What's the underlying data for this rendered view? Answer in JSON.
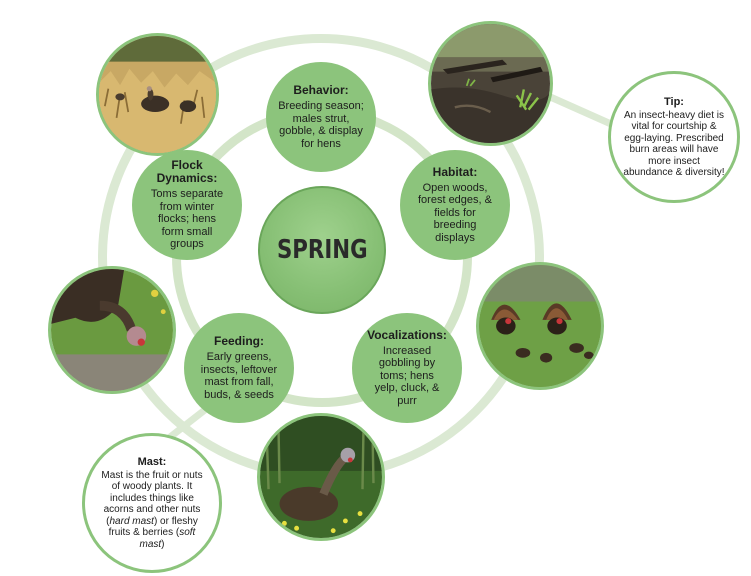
{
  "center": {
    "label": "SPRING"
  },
  "topics": {
    "behavior": {
      "title": "Behavior:",
      "body": "Breeding season; males strut, gobble, & display for hens"
    },
    "habitat": {
      "title": "Habitat:",
      "body": "Open woods, forest edges, & fields for breeding displays"
    },
    "vocalizations": {
      "title": "Vocalizations:",
      "body": "Increased gobbling by toms; hens yelp, cluck, & purr"
    },
    "feeding": {
      "title": "Feeding:",
      "body": "Early greens, insects, leftover mast from fall, buds, & seeds"
    },
    "flock": {
      "title": "Flock Dynamics:",
      "body": "Toms separate from winter flocks; hens form small groups"
    }
  },
  "notes": {
    "tip": {
      "title": "Tip:",
      "body": "An insect-heavy diet is vital for courtship & egg-laying. Prescribed burn areas will have more insect abundance & diversity!"
    },
    "mast": {
      "title": "Mast:",
      "body_start": "Mast is the fruit or nuts of woody plants. It includes things like acorns and other nuts (",
      "hard": "hard mast",
      "body_mid": ") or fleshy fruits & berries (",
      "soft": "soft mast",
      "body_end": ")"
    }
  },
  "photos": [
    {
      "name": "turkeys-in-tall-grass-photo"
    },
    {
      "name": "burned-forest-floor-photo"
    },
    {
      "name": "strutting-toms-and-hens-photo"
    },
    {
      "name": "hen-in-wildflowers-photo"
    },
    {
      "name": "turkey-foraging-photo"
    }
  ],
  "colors": {
    "accent": "#8cc47c",
    "ring": "#dbe9d3",
    "text": "#1d1d1d"
  }
}
